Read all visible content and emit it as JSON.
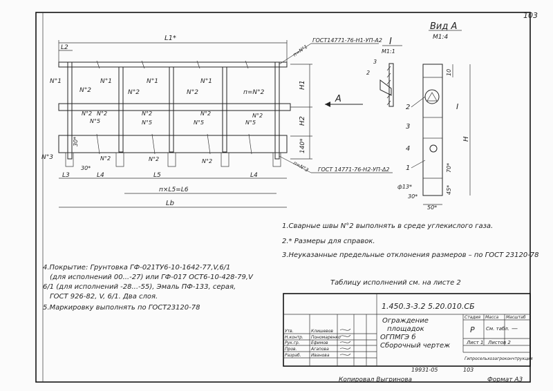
{
  "sheet_number": "103",
  "view_a": {
    "title": "Вид А",
    "scale": "М1:4"
  },
  "section": {
    "title": "I",
    "scale": "М1:1"
  },
  "gost_top": "ГОСТ14771-76-Н1-УП-А2",
  "gost_bottom": "ГОСТ 14771-76-Н2-УП-Δ2",
  "gost_top_prefix": "п=N°1",
  "gost_bottom_prefix": "п=N°3",
  "dims": {
    "l1": "L1*",
    "l2": "L2",
    "l3": "L3",
    "l4": "L4",
    "l5": "L5",
    "l6": "L6",
    "lb": "Lb",
    "n_formula": "п×L5=L6",
    "h": "H",
    "h1": "H1",
    "h2": "H2",
    "h140": "140*",
    "d10": "10",
    "d70": "70*",
    "d45": "45*",
    "d30": "30*",
    "d50": "50*",
    "d3": "3",
    "d2": "2",
    "phi13": "ф13*",
    "d30b": "30*",
    "d30c": "30*"
  },
  "labels": {
    "n1": "N°1",
    "n2": "N°2",
    "n3": "N°3",
    "n5": "N°5",
    "pn2": "п=N°2",
    "arrow_a": "А",
    "callout1": "1",
    "callout2": "2",
    "callout3": "3",
    "callout4": "4"
  },
  "notes": [
    "1.Сварные швы N°2 выполнять в среде углекислого газа.",
    "2.* Размеры для справок.",
    "3.Неуказанные предельные отклонения размеров – по ГОСТ 23120-78"
  ],
  "notes_left": [
    "4.Покрытие: Грунтовка ГФ-021ТУ6-10-1642-77,V,6/1",
    "(для исполнений 00...-27) или ГФ-017 ОСТ6-10-428-79,V",
    "6/1 (для исполнений -28...-55), Эмаль ПФ-133, серая,",
    "ГОСТ 926-82, V, 6/1. Два слоя.",
    "5.Маркировку выполнять по ГОСТ23120-78"
  ],
  "table_note": "Таблицу исполнений см. на листе 2",
  "title_block": {
    "doc_code": "1.450.3-3.2 5.20.010.СБ",
    "name_lines": [
      "Ограждение",
      "площадок",
      "ОГПМГЭ б"
    ],
    "doc_type": "Сборочный чертеж",
    "stage_header": "Стадия",
    "mass_header": "Масса",
    "scale_header": "Масштаб",
    "stage": "Р",
    "mass": "См. табл.",
    "scale": "—",
    "sheet": "Лист 1",
    "sheets": "Листов 2",
    "org": "Гипросельхозагрокончтрукция",
    "roles": [
      {
        "role": "Утв.",
        "name": "Клишевов"
      },
      {
        "role": "Н.контр.",
        "name": "Пономаренко"
      },
      {
        "role": "Рук.гр.",
        "name": "Ефимов"
      },
      {
        "role": "Пров.",
        "name": "Агапова"
      },
      {
        "role": "Разраб.",
        "name": "Иванова"
      }
    ]
  },
  "footer": {
    "inv": "19931-05",
    "copied": "Копировал Выгринова",
    "format": "Формат А3",
    "page": "103"
  }
}
